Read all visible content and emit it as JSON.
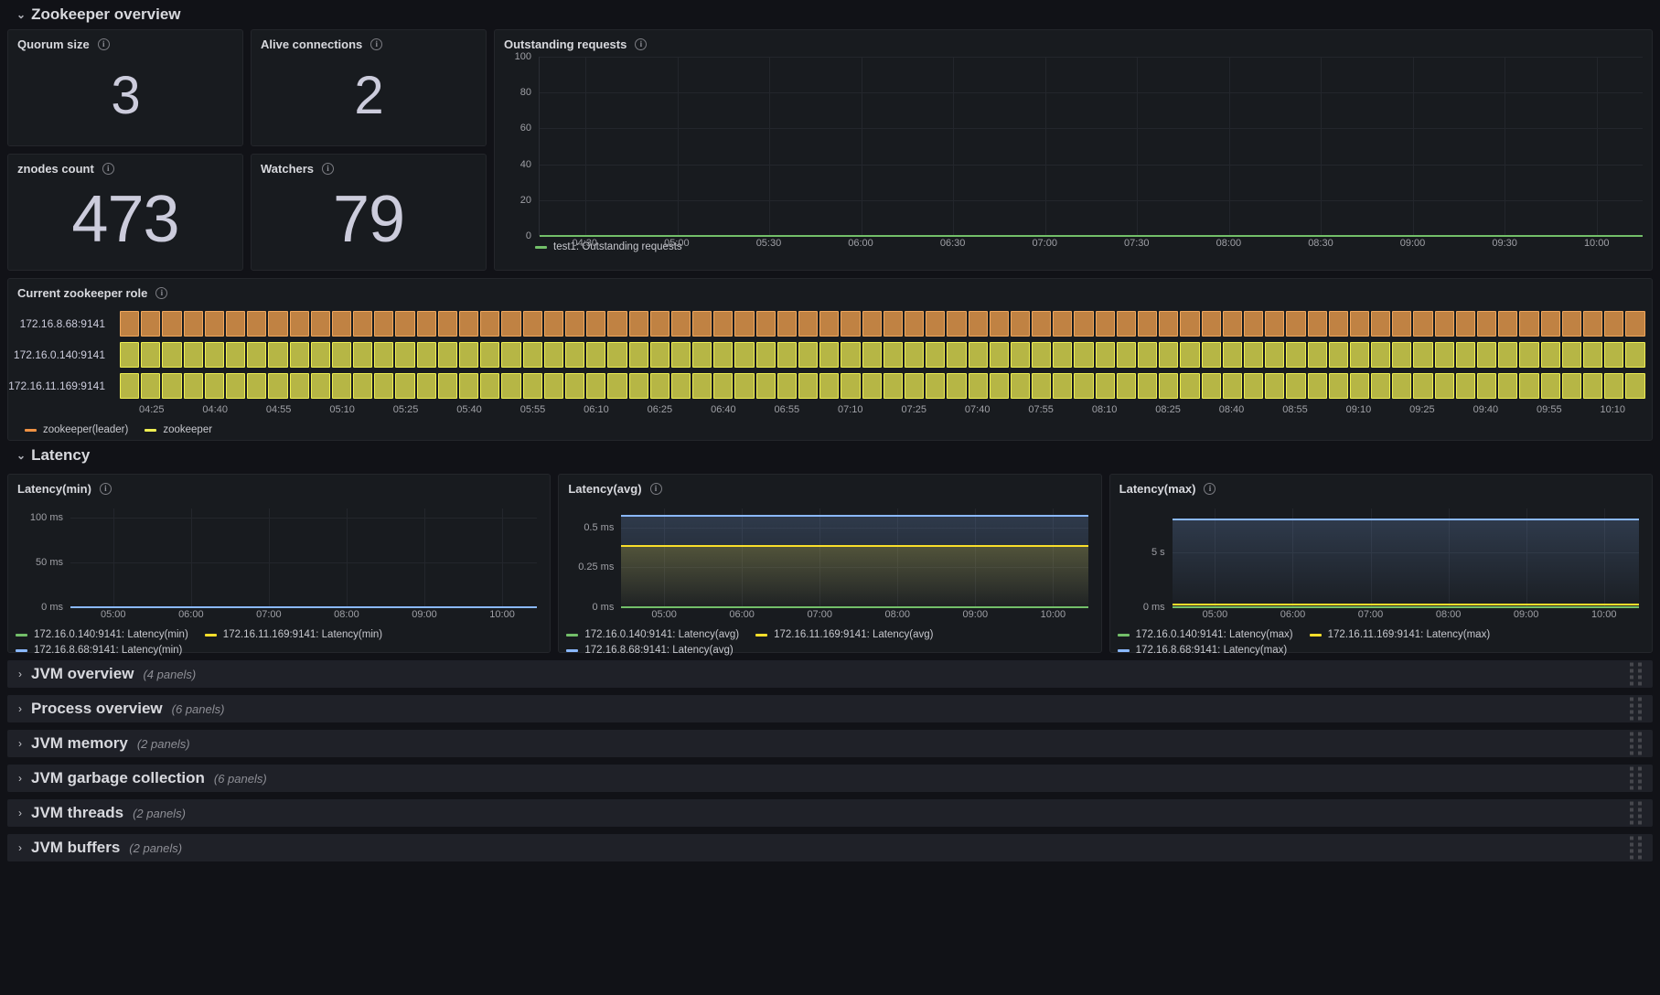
{
  "rows": {
    "zookeeper_overview": {
      "title": "Zookeeper overview",
      "chevron": "⌄"
    },
    "latency": {
      "title": "Latency",
      "chevron": "⌄"
    }
  },
  "stats": [
    {
      "title": "Quorum size",
      "value": "3",
      "info": "i"
    },
    {
      "title": "Alive connections",
      "value": "2",
      "info": "i"
    },
    {
      "title": "znodes count",
      "value": "473",
      "info": "i"
    },
    {
      "title": "Watchers",
      "value": "79",
      "info": "i"
    }
  ],
  "outstanding_requests": {
    "title": "Outstanding requests",
    "info": "i",
    "legend": [
      {
        "label": "test1: Outstanding requests",
        "color": "#73bf69"
      }
    ]
  },
  "zookeeper_role": {
    "title": "Current zookeeper role",
    "info": "i",
    "rows": [
      {
        "label": "172.16.8.68:9141",
        "state": "zookeeper(leader)"
      },
      {
        "label": "172.16.0.140:9141",
        "state": "zookeeper"
      },
      {
        "label": "172.16.11.169:9141",
        "state": "zookeeper"
      }
    ],
    "legend": [
      {
        "label": "zookeeper(leader)",
        "color": "#ef9243"
      },
      {
        "label": "zookeeper",
        "color": "#eeee52"
      }
    ],
    "colors": {
      "leader_fill": "#c08243",
      "leader_border": "#f0a75c",
      "follower_fill": "#b6b645",
      "follower_border": "#eeee52"
    }
  },
  "latency_panels": [
    {
      "title": "Latency(min)",
      "info": "i",
      "legend": [
        {
          "label": "172.16.0.140:9141: Latency(min)",
          "color": "#73bf69"
        },
        {
          "label": "172.16.11.169:9141: Latency(min)",
          "color": "#fade2a"
        },
        {
          "label": "172.16.8.68:9141: Latency(min)",
          "color": "#8ab8ff"
        }
      ]
    },
    {
      "title": "Latency(avg)",
      "info": "i",
      "legend": [
        {
          "label": "172.16.0.140:9141: Latency(avg)",
          "color": "#73bf69"
        },
        {
          "label": "172.16.11.169:9141: Latency(avg)",
          "color": "#fade2a"
        },
        {
          "label": "172.16.8.68:9141: Latency(avg)",
          "color": "#8ab8ff"
        }
      ]
    },
    {
      "title": "Latency(max)",
      "info": "i",
      "legend": [
        {
          "label": "172.16.0.140:9141: Latency(max)",
          "color": "#73bf69"
        },
        {
          "label": "172.16.11.169:9141: Latency(max)",
          "color": "#fade2a"
        },
        {
          "label": "172.16.8.68:9141: Latency(max)",
          "color": "#8ab8ff"
        }
      ]
    }
  ],
  "collapsed_rows": [
    {
      "title": "JVM overview",
      "count": "(4 panels)",
      "chevron": "›"
    },
    {
      "title": "Process overview",
      "count": "(6 panels)",
      "chevron": "›"
    },
    {
      "title": "JVM memory",
      "count": "(2 panels)",
      "chevron": "›"
    },
    {
      "title": "JVM garbage collection",
      "count": "(6 panels)",
      "chevron": "›"
    },
    {
      "title": "JVM threads",
      "count": "(2 panels)",
      "chevron": "›"
    },
    {
      "title": "JVM buffers",
      "count": "(2 panels)",
      "chevron": "›"
    }
  ],
  "chart_data": [
    {
      "type": "line",
      "title": "Outstanding requests",
      "xlabel": "",
      "ylabel": "",
      "ylim": [
        0,
        100
      ],
      "yticks": [
        0,
        20,
        40,
        60,
        80,
        100
      ],
      "ytick_labels": [
        "0",
        "20",
        "40",
        "60",
        "80",
        "100"
      ],
      "xtick_labels": [
        "04:30",
        "05:00",
        "05:30",
        "06:00",
        "06:30",
        "07:00",
        "07:30",
        "08:00",
        "08:30",
        "09:00",
        "09:30",
        "10:00"
      ],
      "grid": true,
      "legend_position": "bottom",
      "series": [
        {
          "name": "test1: Outstanding requests",
          "color": "#73bf69",
          "constant_value": 0
        }
      ]
    },
    {
      "type": "heatmap",
      "title": "Current zookeeper role",
      "xtick_labels": [
        "04:25",
        "04:40",
        "04:55",
        "05:10",
        "05:25",
        "05:40",
        "05:55",
        "06:10",
        "06:25",
        "06:40",
        "06:55",
        "07:10",
        "07:25",
        "07:40",
        "07:55",
        "08:10",
        "08:25",
        "08:40",
        "08:55",
        "09:10",
        "09:25",
        "09:40",
        "09:55",
        "10:10"
      ],
      "categories": [
        "172.16.8.68:9141",
        "172.16.0.140:9141",
        "172.16.11.169:9141"
      ],
      "states": [
        "zookeeper(leader)",
        "zookeeper",
        "zookeeper"
      ],
      "legend_position": "bottom",
      "legend": [
        "zookeeper(leader)",
        "zookeeper"
      ]
    },
    {
      "type": "line",
      "title": "Latency(min)",
      "ylim": [
        0,
        110
      ],
      "yticks": [
        0,
        50,
        100
      ],
      "ytick_labels": [
        "0 ms",
        "50 ms",
        "100 ms"
      ],
      "xtick_labels": [
        "05:00",
        "06:00",
        "07:00",
        "08:00",
        "09:00",
        "10:00"
      ],
      "grid": true,
      "legend_position": "bottom",
      "series": [
        {
          "name": "172.16.0.140:9141: Latency(min)",
          "color": "#73bf69",
          "constant_value": 0
        },
        {
          "name": "172.16.11.169:9141: Latency(min)",
          "color": "#fade2a",
          "constant_value": 0
        },
        {
          "name": "172.16.8.68:9141: Latency(min)",
          "color": "#8ab8ff",
          "constant_value": 0
        }
      ]
    },
    {
      "type": "area",
      "title": "Latency(avg)",
      "ylim": [
        0,
        0.62
      ],
      "yticks": [
        0,
        0.25,
        0.5
      ],
      "ytick_labels": [
        "0 ms",
        "0.25 ms",
        "0.5 ms"
      ],
      "xtick_labels": [
        "05:00",
        "06:00",
        "07:00",
        "08:00",
        "09:00",
        "10:00"
      ],
      "grid": true,
      "legend_position": "bottom",
      "series": [
        {
          "name": "172.16.0.140:9141: Latency(avg)",
          "color": "#73bf69",
          "constant_value": 0.0
        },
        {
          "name": "172.16.11.169:9141: Latency(avg)",
          "color": "#fade2a",
          "constant_value": 0.39
        },
        {
          "name": "172.16.8.68:9141: Latency(avg)",
          "color": "#8ab8ff",
          "constant_value": 0.58
        }
      ]
    },
    {
      "type": "area",
      "title": "Latency(max)",
      "ylim": [
        0,
        9
      ],
      "yticks": [
        0,
        5
      ],
      "ytick_labels": [
        "0 ms",
        "5 s"
      ],
      "xtick_labels": [
        "05:00",
        "06:00",
        "07:00",
        "08:00",
        "09:00",
        "10:00"
      ],
      "grid": true,
      "legend_position": "bottom",
      "series": [
        {
          "name": "172.16.0.140:9141: Latency(max)",
          "color": "#73bf69",
          "constant_value": 0.0
        },
        {
          "name": "172.16.11.169:9141: Latency(max)",
          "color": "#fade2a",
          "constant_value": 0.35
        },
        {
          "name": "172.16.8.68:9141: Latency(max)",
          "color": "#8ab8ff",
          "constant_value": 8.1
        }
      ]
    }
  ]
}
